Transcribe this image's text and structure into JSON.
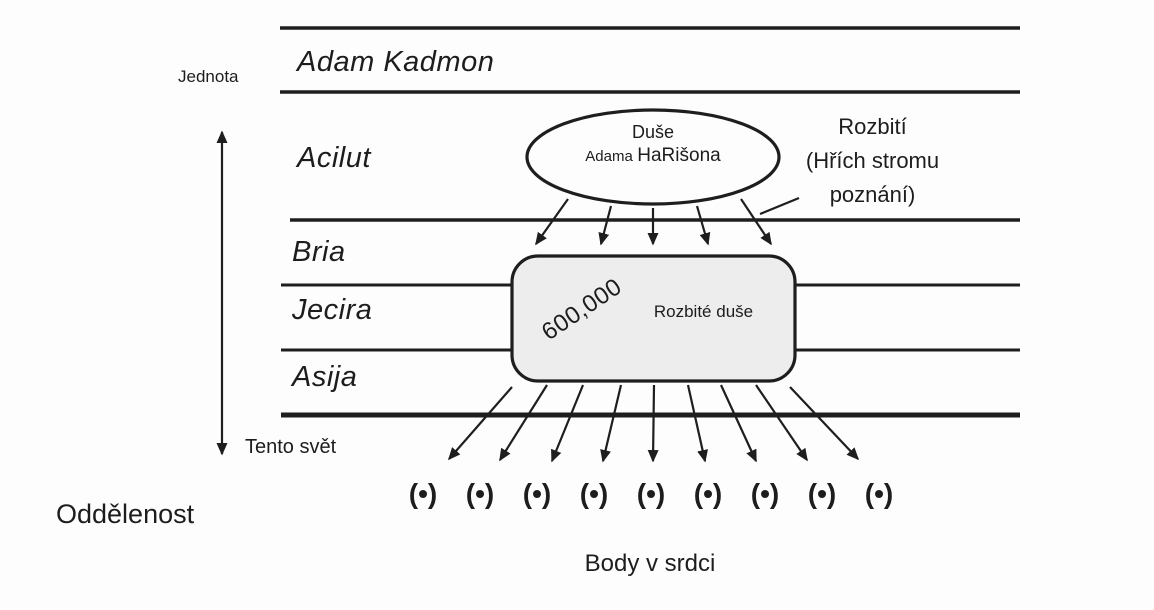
{
  "diagram": {
    "left_axis": {
      "top_label": "Jednota",
      "bottom_label": "Oddělenost",
      "this_world_label": "Tento svět"
    },
    "worlds": [
      "Adam Kadmon",
      "Acilut",
      "Bria",
      "Jecira",
      "Asija"
    ],
    "soul_ellipse": {
      "line1": "Duše",
      "name_small": "Adama",
      "name_large": "HaRišona"
    },
    "shattering_note": {
      "line1": "Rozbití",
      "line2": "(Hřích stromu",
      "line3": "poznání)"
    },
    "broken_souls_box": {
      "count": "600,000",
      "label": "Rozbité duše"
    },
    "points": {
      "symbols": [
        "(•)",
        "(•)",
        "(•)",
        "(•)",
        "(•)",
        "(•)",
        "(•)",
        "(•)",
        "(•)"
      ],
      "caption": "Body v srdci"
    },
    "colors": {
      "stroke": "#1e1e1e",
      "box_fill": "#ededed",
      "background": "#fdfdfd"
    }
  }
}
